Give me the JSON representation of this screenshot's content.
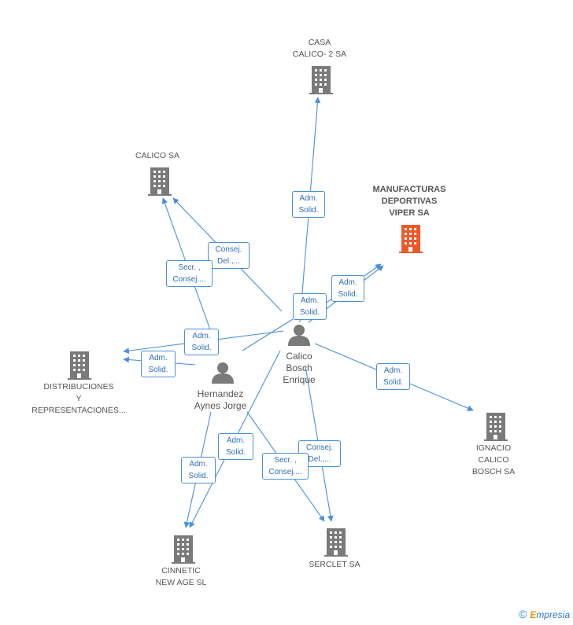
{
  "colors": {
    "edge": "#4a90d9",
    "node_gray": "#7a7a7a",
    "node_focus": "#f0572a",
    "person": "#7a7a7a"
  },
  "companies": [
    {
      "id": "casa",
      "icon": "building-icon",
      "label": "CASA\nCALICO- 2 SA"
    },
    {
      "id": "calico",
      "icon": "building-icon",
      "label": "CALICO SA"
    },
    {
      "id": "manufacturas",
      "icon": "building-icon",
      "label": "MANUFACTURAS\nDEPORTIVAS\nVIPER SA",
      "focus": true
    },
    {
      "id": "distrib",
      "icon": "building-icon",
      "label": "DISTRIBUCIONES\nY\nREPRESENTACIONES..."
    },
    {
      "id": "ignacio",
      "icon": "building-icon",
      "label": "IGNACIO\nCALICO\nBOSCH SA"
    },
    {
      "id": "cinnetic",
      "icon": "building-icon",
      "label": "CINNETIC\nNEW AGE  SL"
    },
    {
      "id": "serclet",
      "icon": "building-icon",
      "label": "SERCLET SA"
    }
  ],
  "persons": [
    {
      "id": "calico_bosch",
      "icon": "person-icon",
      "label": "Calico\nBosch\nEnrique"
    },
    {
      "id": "hernandez",
      "icon": "person-icon",
      "label": "Hernandez\nAynes Jorge"
    }
  ],
  "edge_labels": [
    "Adm.\nSolid.",
    "Consej.\nDel.,...",
    "Secr. ,\nConsej....",
    "Adm.\nSolid.",
    "Adm.\nSolid.",
    "Adm.\nSolid.",
    "Adm.\nSolid.",
    "Adm.\nSolid.",
    "Adm.\nSolid.",
    "Adm.\nSolid.",
    "Consej.\nDel.,...",
    "Secr. ,\nConsej...."
  ],
  "footer": {
    "copyright": "©",
    "brand_first": "E",
    "brand_rest": "mpresia"
  }
}
